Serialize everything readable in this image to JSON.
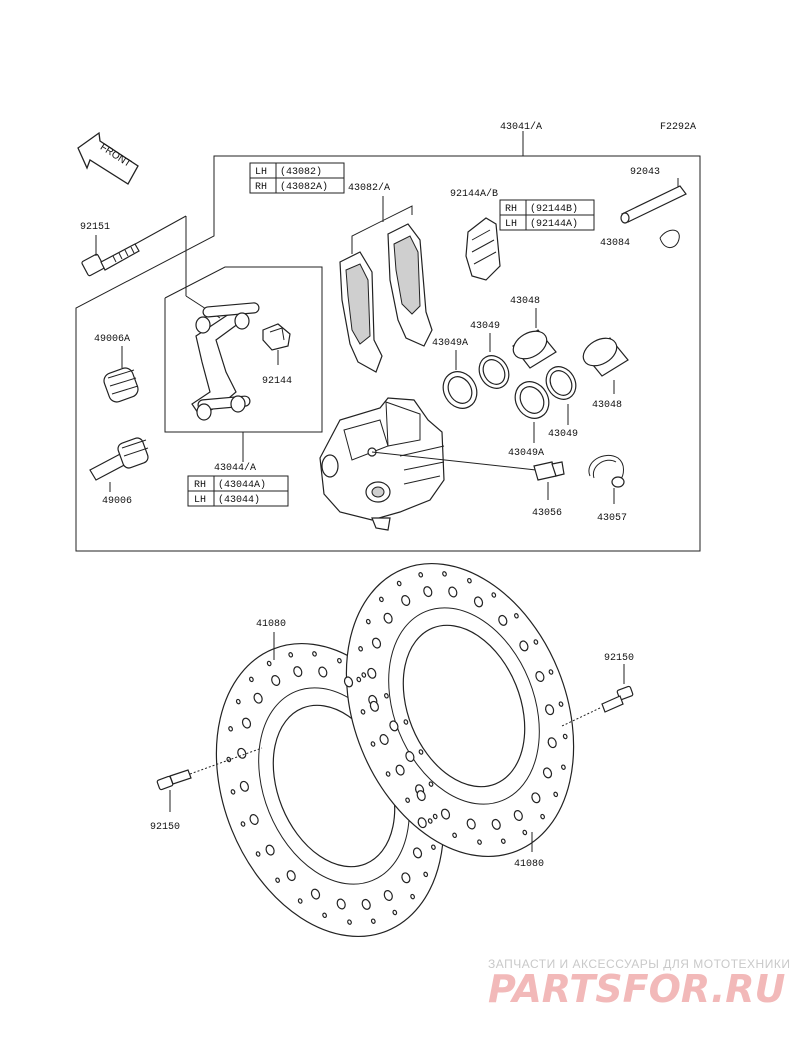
{
  "diagram_code": "F2292A",
  "front_label": "FRONT",
  "labels": {
    "p43041": "43041/A",
    "p92043": "92043",
    "p43084": "43084",
    "p92151": "92151",
    "p43082a": "43082/A",
    "p92144ab": "92144A/B",
    "p49006a": "49006A",
    "p92144": "92144",
    "p43048_top": "43048",
    "p43049_top": "43049",
    "p43049a_top": "43049A",
    "p43048_right": "43048",
    "p43049_bot": "43049",
    "p43049a_bot": "43049A",
    "p49006": "49006",
    "p43044a": "43044/A",
    "p43056": "43056",
    "p43057": "43057",
    "p41080_left": "41080",
    "p41080_right": "41080",
    "p92150_left": "92150",
    "p92150_right": "92150"
  },
  "table_43082": [
    {
      "side": "LH",
      "code": "(43082)"
    },
    {
      "side": "RH",
      "code": "(43082A)"
    }
  ],
  "table_92144": [
    {
      "side": "RH",
      "code": "(92144B)"
    },
    {
      "side": "LH",
      "code": "(92144A)"
    }
  ],
  "table_43044": [
    {
      "side": "RH",
      "code": "(43044A)"
    },
    {
      "side": "LH",
      "code": "(43044)"
    }
  ],
  "watermark": {
    "line1": "ЗАПЧАСТИ И АКСЕССУАРЫ ДЛЯ МОТОТЕХНИКИ",
    "line2": "PARTSFOR.RU"
  },
  "colors": {
    "ink": "#222222",
    "watermark_red": "#f2b9b9",
    "watermark_grey": "#c9c9c9"
  }
}
